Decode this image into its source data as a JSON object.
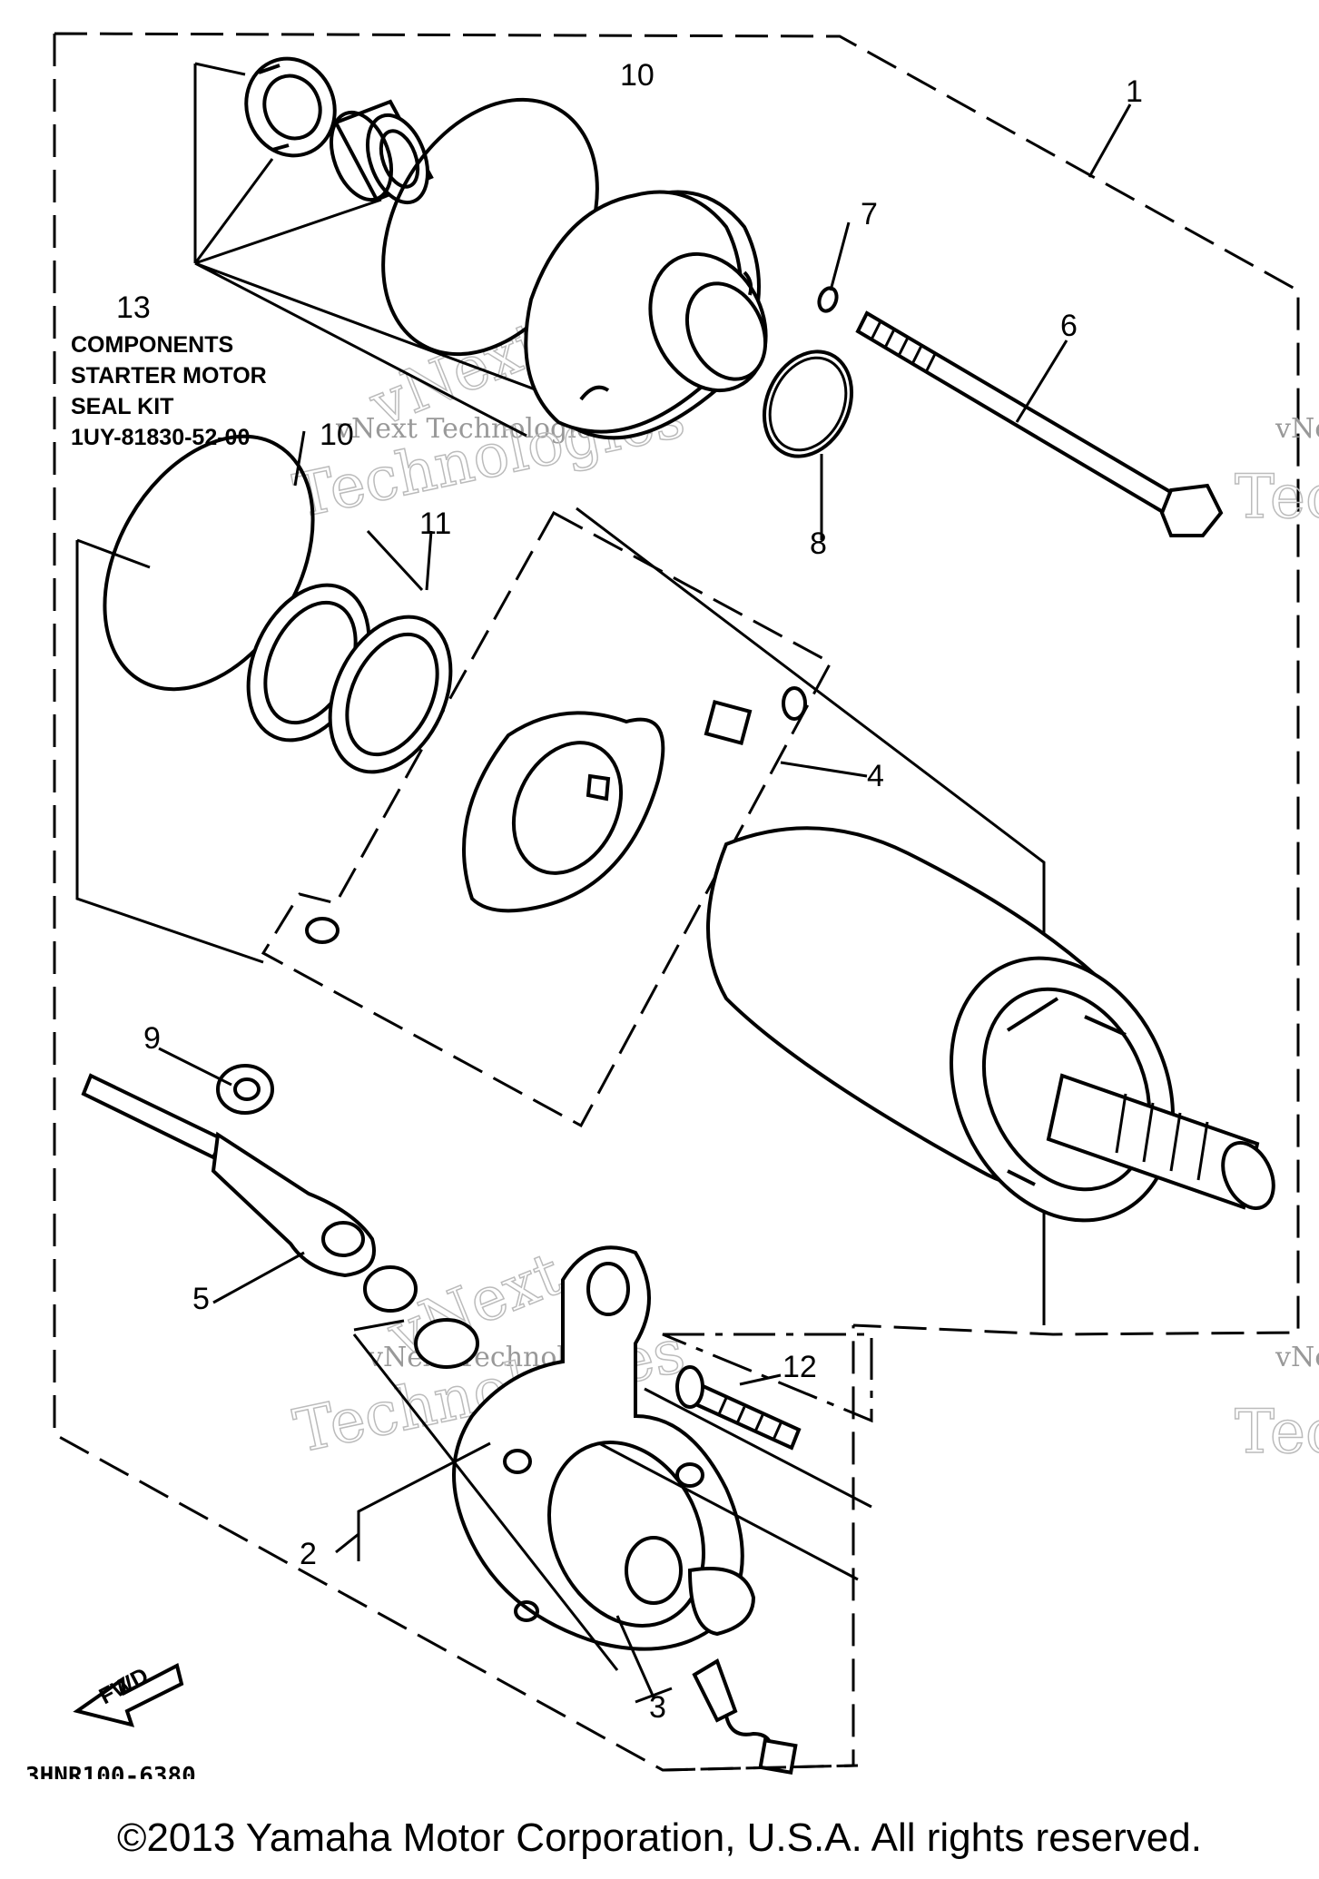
{
  "diagram": {
    "callouts": {
      "c1": "1",
      "c2": "2",
      "c3": "3",
      "c4": "4",
      "c5": "5",
      "c6": "6",
      "c7": "7",
      "c8": "8",
      "c9": "9",
      "c10a": "10",
      "c10b": "10",
      "c11": "11",
      "c12": "12",
      "c13": "13"
    },
    "kit_label": {
      "line1": "COMPONENTS",
      "line2": "STARTER MOTOR",
      "line3": "SEAL KIT",
      "part_no": "1UY-81830-52-00"
    },
    "fwd_label": "FWD",
    "drawing_code": "3HNR100-6380",
    "watermarks": {
      "company": "vNext Technologies",
      "word1": "vNext",
      "word2": "Technologies",
      "fragment_v": "vNe",
      "fragment_t": "Tec"
    }
  },
  "copyright": "©2013 Yamaha Motor Corporation, U.S.A. All rights reserved."
}
